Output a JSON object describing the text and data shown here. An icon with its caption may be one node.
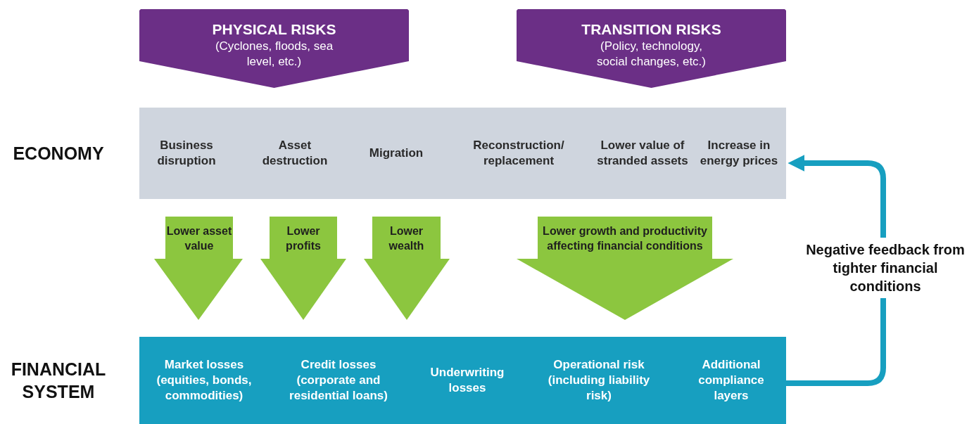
{
  "diagram": {
    "nodes": [
      {
        "text": [
          "PHYSICAL RISKS",
          "(Cyclones, floods, sea level, etc.)"
        ]
      },
      {
        "text": [
          "TRANSITION RISKS",
          "(Policy, technology, social changes, etc.)"
        ]
      },
      {
        "text": [
          "ECONOMY",
          "Business disruption",
          "Asset destruction",
          "Migration",
          "Reconstruction/ replacement",
          "Lower value of stranded assets",
          "Increase in energy prices"
        ]
      },
      {
        "text": [
          "FINANCIAL SYSTEM",
          "Market losses (equities, bonds, commodities)",
          "Credit losses (corporate and residential loans)",
          "Underwriting losses",
          "Operational risk (including liability risk)",
          "Additional compliance layers"
        ]
      }
    ],
    "edges": [
      {
        "from": 2,
        "to": 3,
        "arrow": "to",
        "label": "Lower asset value"
      },
      {
        "from": 2,
        "to": 3,
        "arrow": "to",
        "label": "Lower profits"
      },
      {
        "from": 2,
        "to": 3,
        "arrow": "to",
        "label": "Lower wealth"
      },
      {
        "from": 2,
        "to": 3,
        "arrow": "to",
        "label": "Lower growth and productivity affecting financial conditions"
      },
      {
        "from": 3,
        "to": 2,
        "arrow": "to",
        "label": "Negative feedback from tighter financial conditions"
      }
    ]
  }
}
